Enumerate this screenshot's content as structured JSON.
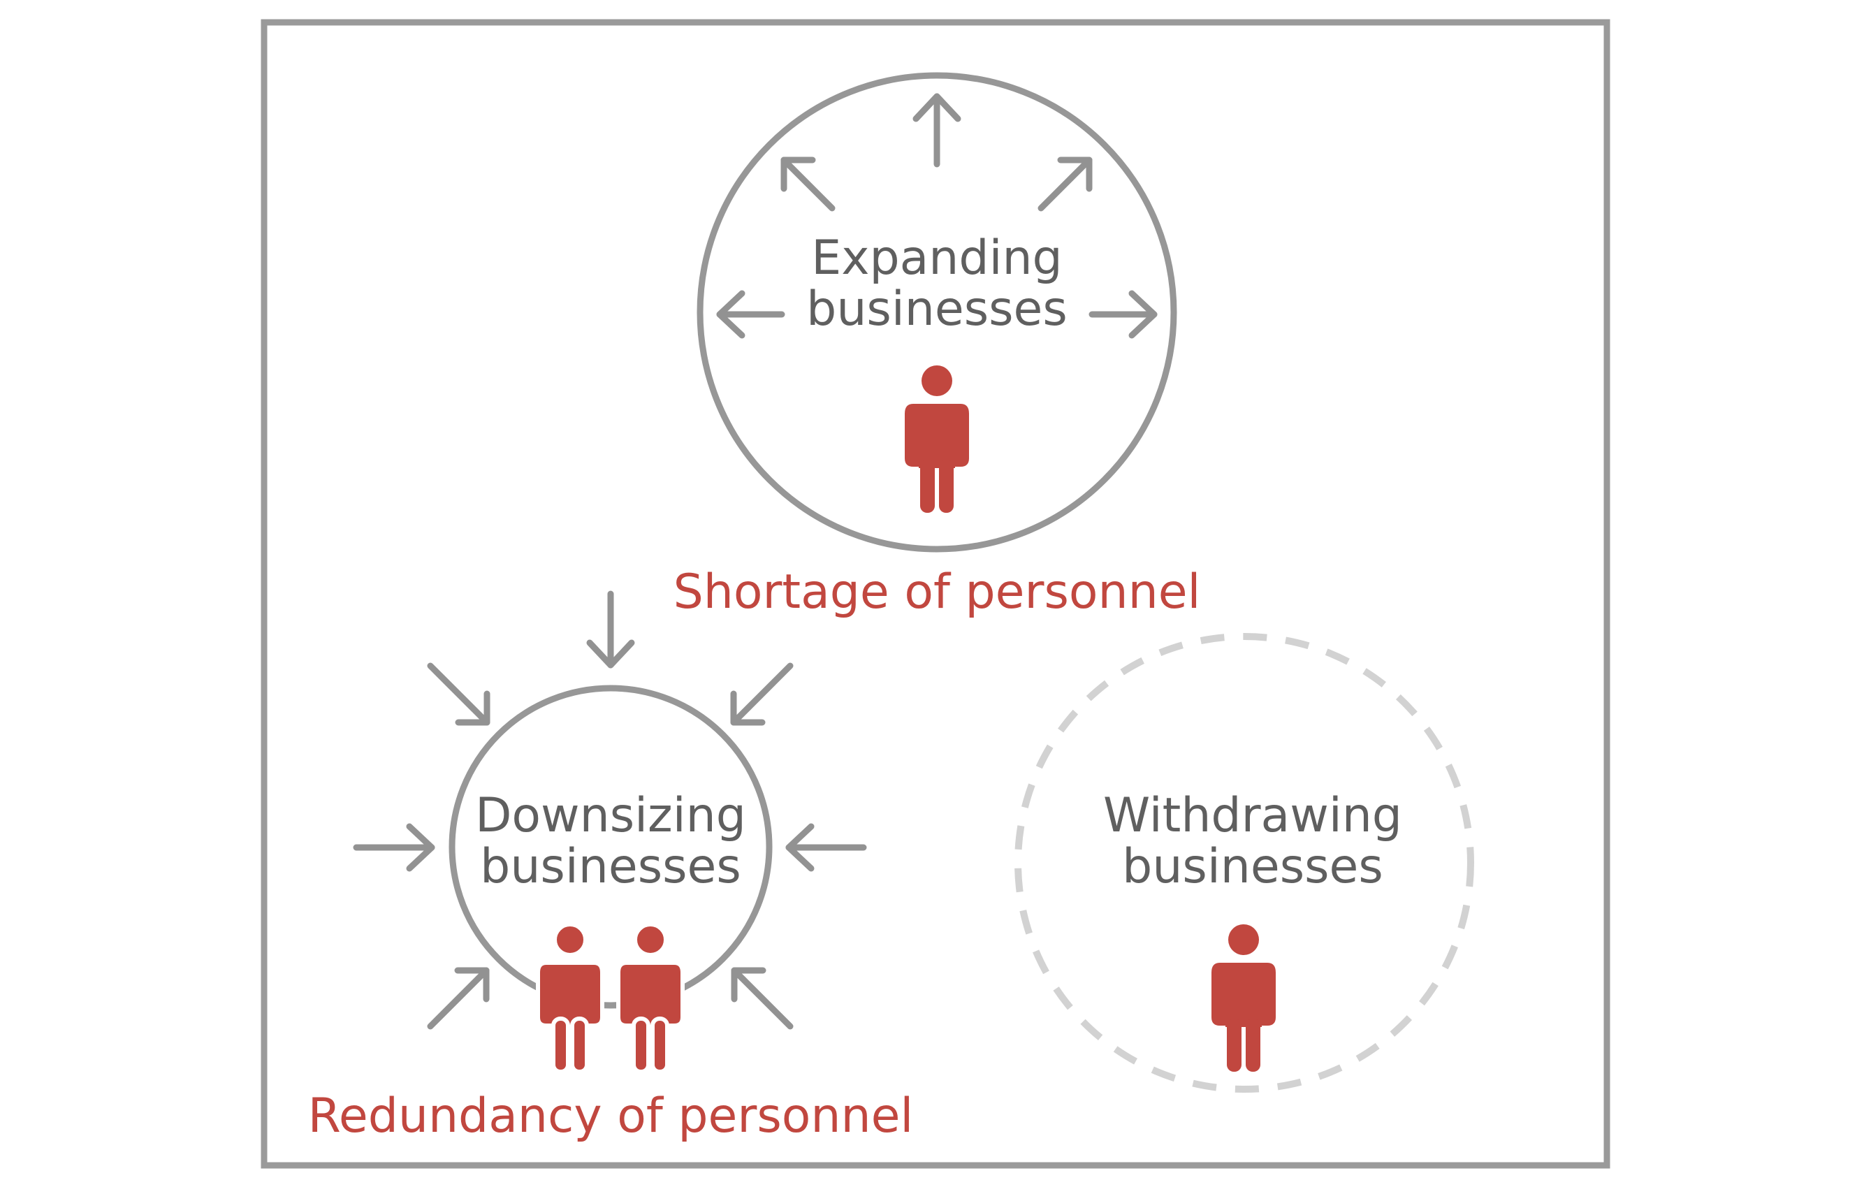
{
  "colors": {
    "frame": "#9a9a9a",
    "circle": "#979797",
    "dashed_circle": "#d2d2d2",
    "arrow": "#929292",
    "text": "#5f5f5f",
    "accent": "#c1473f"
  },
  "expanding": {
    "line1": "Expanding",
    "line2": "businesses",
    "caption": "Shortage of personnel"
  },
  "downsizing": {
    "line1": "Downsizing",
    "line2": "businesses",
    "caption": "Redundancy of personnel"
  },
  "withdrawing": {
    "line1": "Withdrawing",
    "line2": "businesses"
  },
  "icons": {
    "person": "person-icon",
    "arrow": "arrow-icon"
  }
}
